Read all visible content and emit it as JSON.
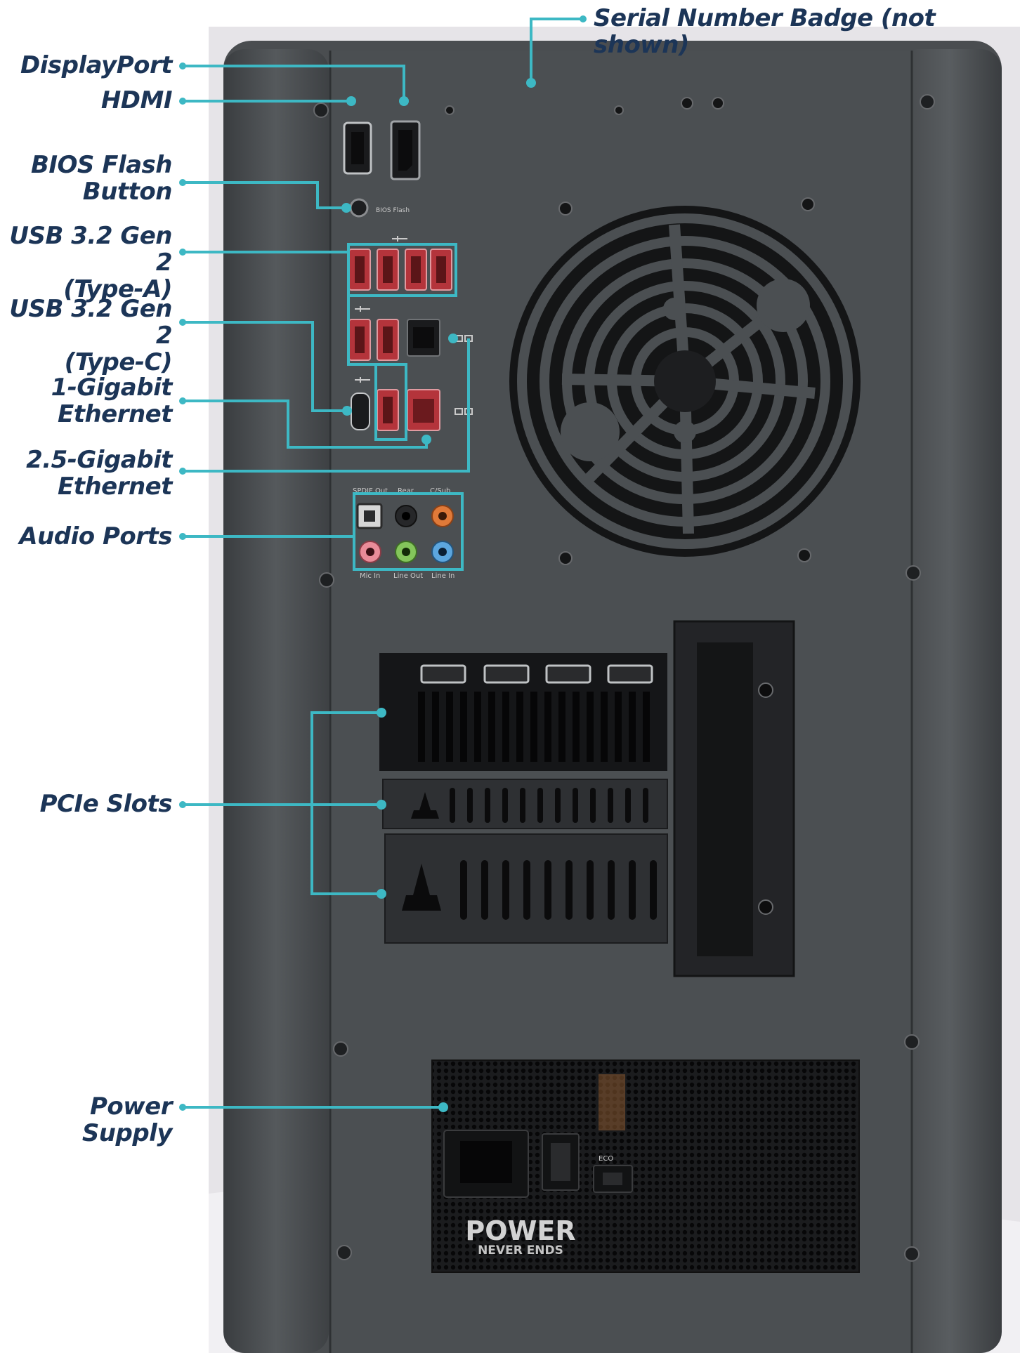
{
  "accent_color": "#3db8c4",
  "label_color": "#1c3557",
  "callouts": {
    "serial_badge": "Serial Number Badge (not shown)",
    "displayport": "DisplayPort",
    "hdmi": "HDMI",
    "bios_flash": "BIOS Flash\nButton",
    "usb_type_a": "USB 3.2 Gen 2\n(Type-A)",
    "usb_type_c": "USB 3.2 Gen 2\n(Type-C)",
    "gigabit": "1-Gigabit\nEthernet",
    "two_five_gigabit": "2.5-Gigabit\nEthernet",
    "audio": "Audio Ports",
    "pcie": "PCIe Slots",
    "psu": "Power Supply"
  },
  "io_labels": {
    "bios_flash": "BIOS Flash",
    "spdif": "SPDIF Out",
    "rear": "Rear",
    "csub": "C/Sub",
    "mic_in": "Mic In",
    "line_out": "Line Out",
    "line_in": "Line In",
    "eco": "ECO"
  },
  "psu_brand": {
    "line1": "POWER",
    "line2": "NEVER ENDS"
  },
  "icons": [
    "usb-icon",
    "ethernet-icon",
    "rocket-icon",
    "fan-grill-icon",
    "power-switch-icon"
  ]
}
